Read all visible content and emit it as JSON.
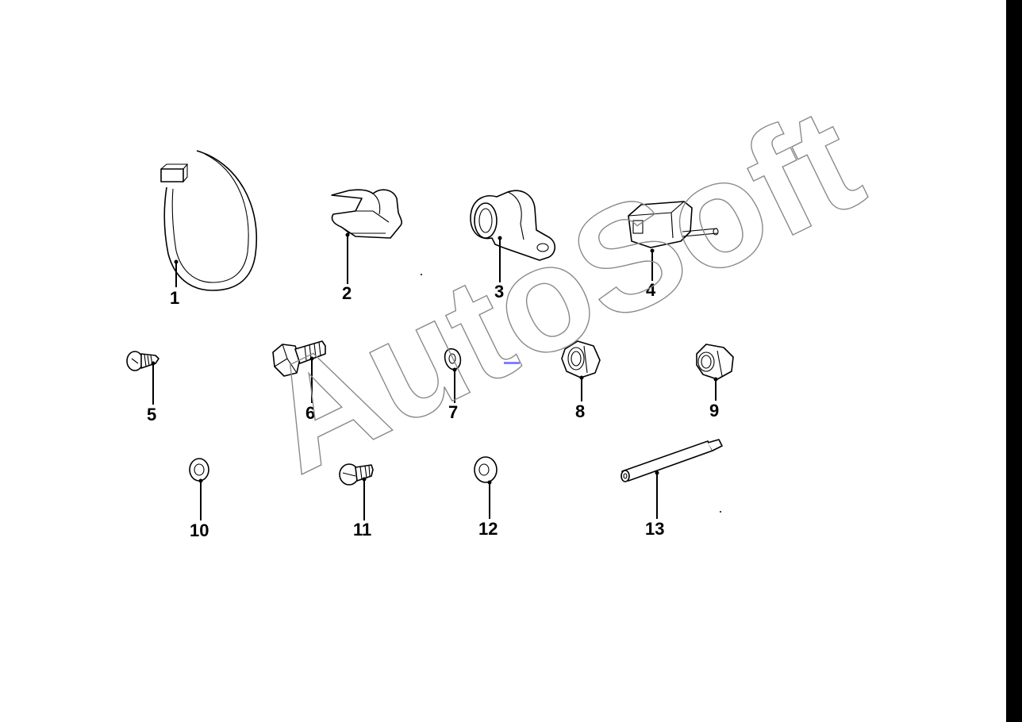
{
  "watermark": {
    "text": "AutoSoft"
  },
  "colors": {
    "background": "#ffffff",
    "line_art": "#000000",
    "watermark_outline": "#8a8a8a",
    "right_edge_bar": "#000000",
    "marker": "#8080ff"
  },
  "parts": [
    {
      "number": "1",
      "icon": "cable-tie-icon"
    },
    {
      "number": "2",
      "icon": "spring-clip-icon"
    },
    {
      "number": "3",
      "icon": "pipe-clamp-bracket-icon"
    },
    {
      "number": "4",
      "icon": "relay-module-icon"
    },
    {
      "number": "5",
      "icon": "tapping-screw-icon"
    },
    {
      "number": "6",
      "icon": "hex-bolt-icon"
    },
    {
      "number": "7",
      "icon": "spring-washer-icon"
    },
    {
      "number": "8",
      "icon": "lock-nut-icon"
    },
    {
      "number": "9",
      "icon": "hex-nut-icon"
    },
    {
      "number": "10",
      "icon": "washer-icon"
    },
    {
      "number": "11",
      "icon": "fillister-screw-icon"
    },
    {
      "number": "12",
      "icon": "flat-washer-icon"
    },
    {
      "number": "13",
      "icon": "spacer-sleeve-icon"
    }
  ]
}
